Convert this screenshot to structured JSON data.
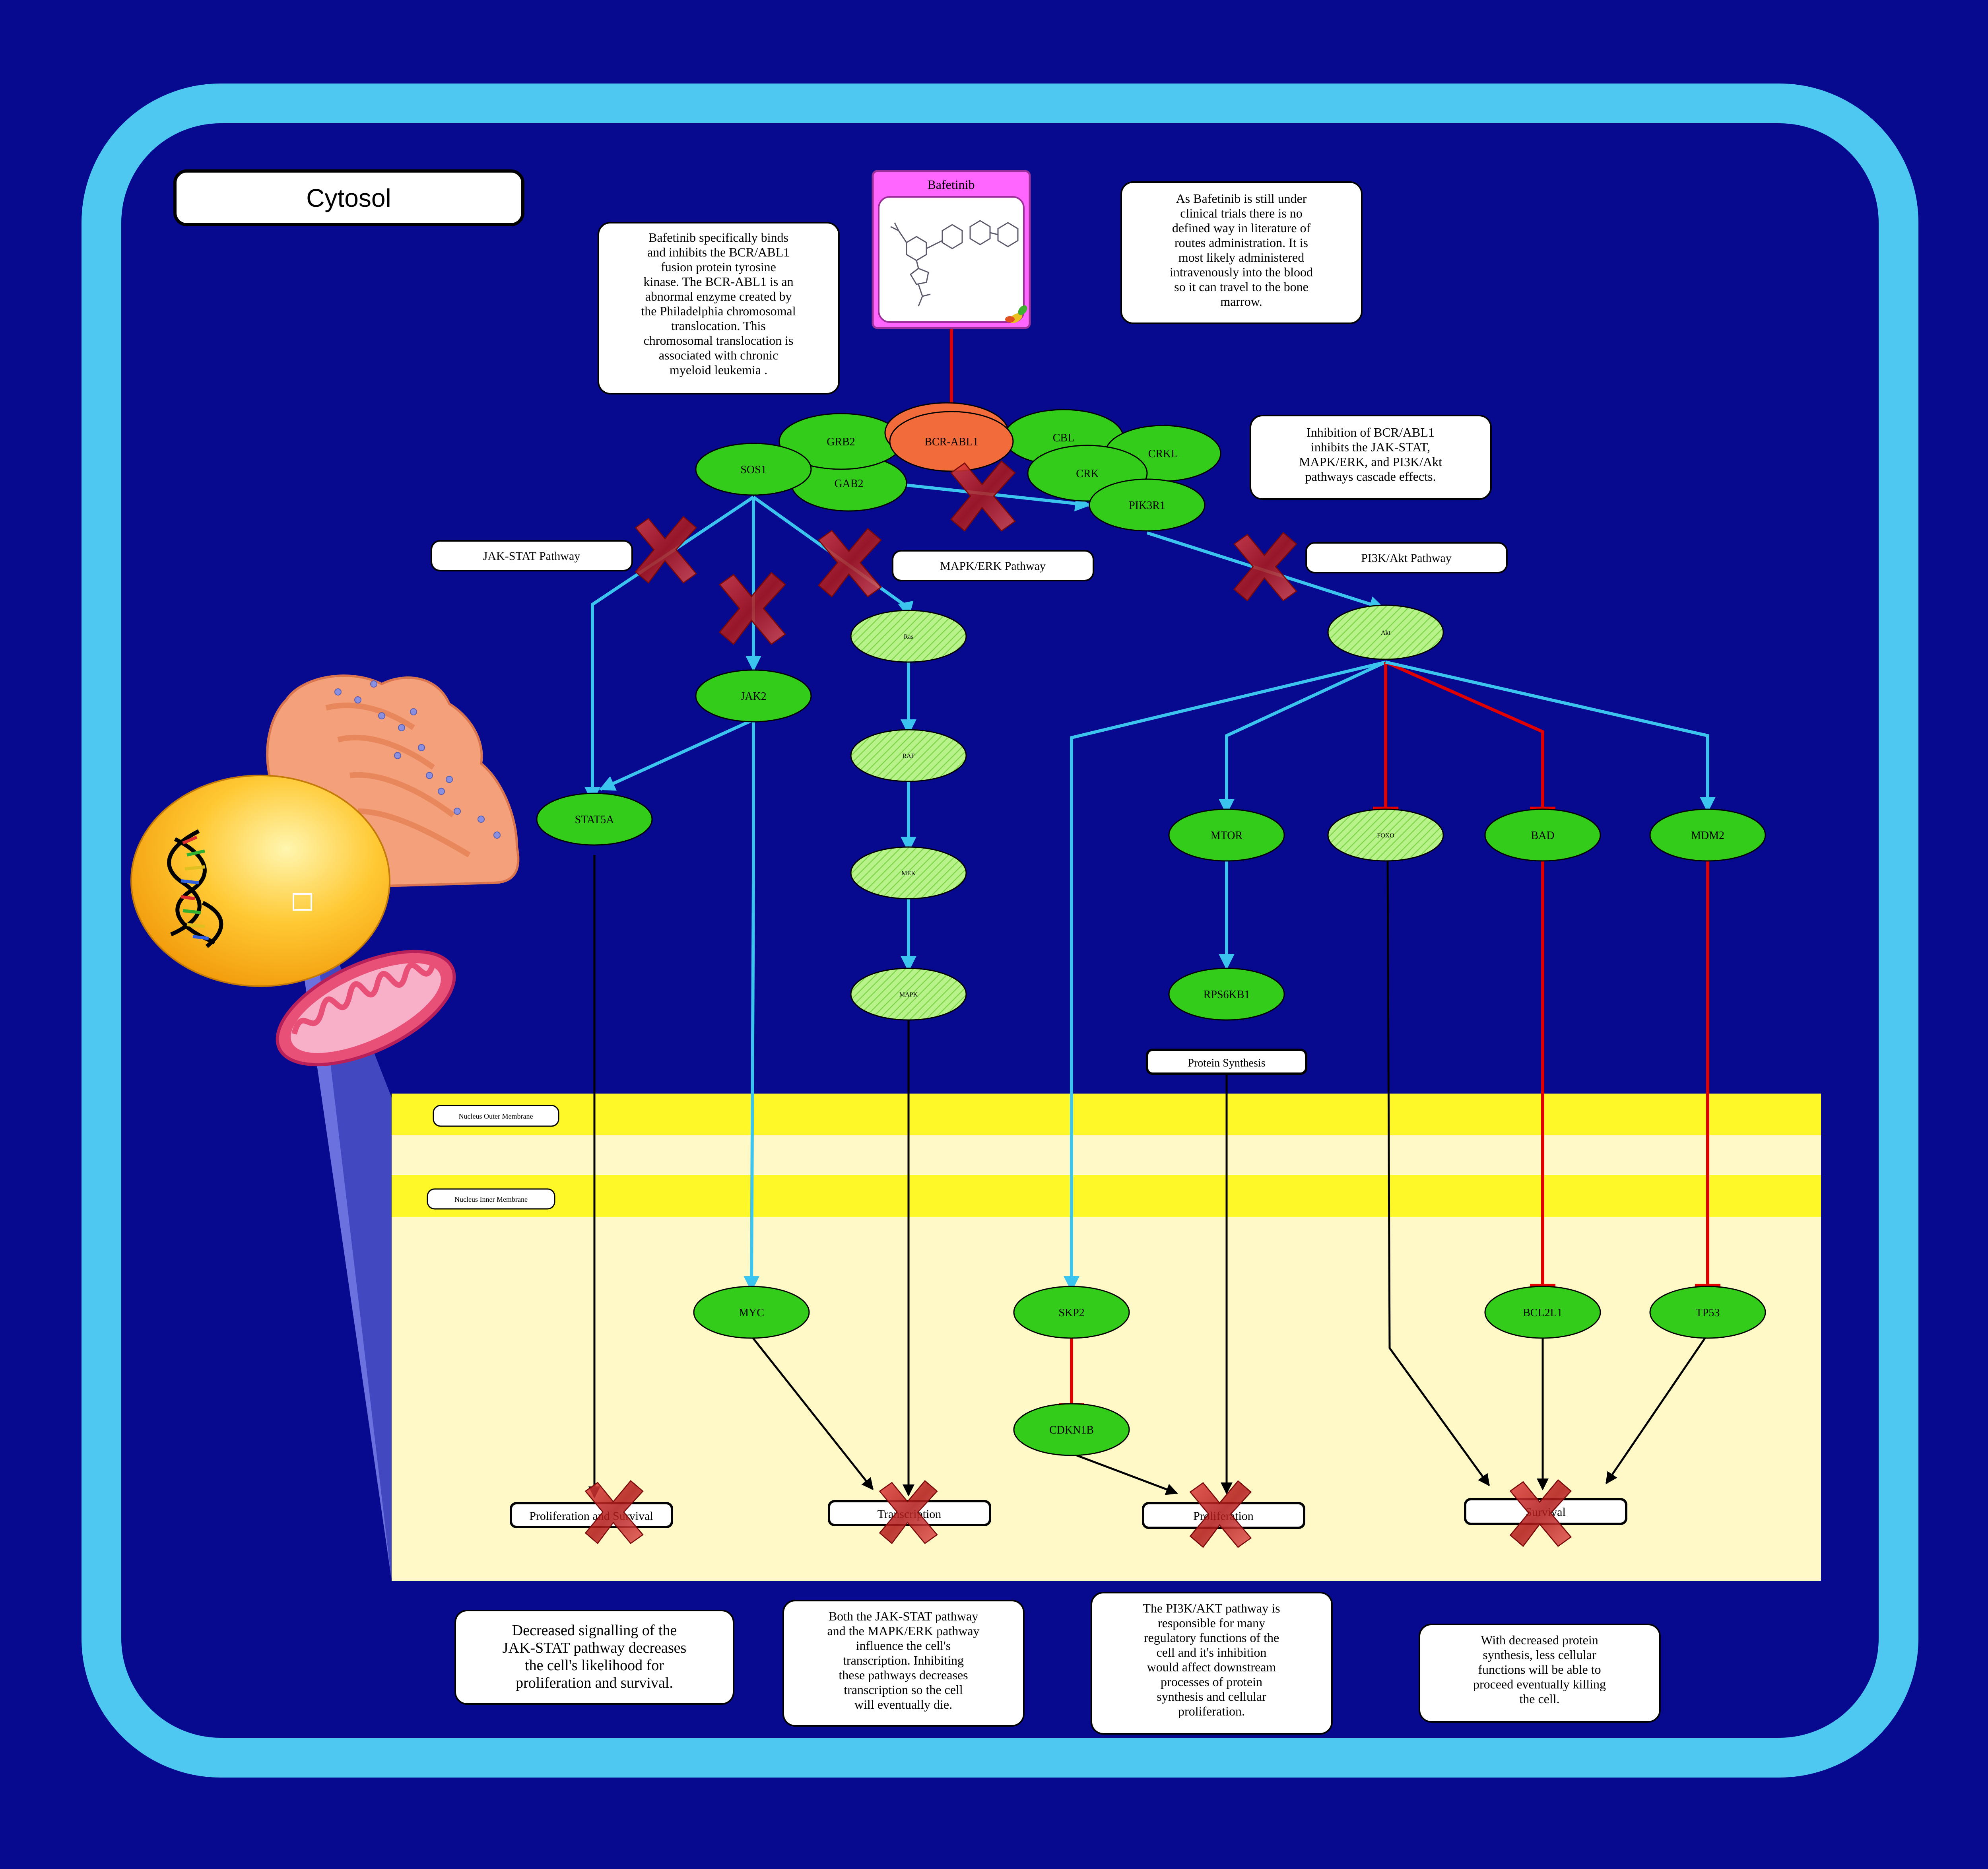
{
  "compartment_label": "Cytosol",
  "drug": {
    "name": "Bafetinib",
    "color": "#ff66ff"
  },
  "colors": {
    "background": "#070a8f",
    "cell_border": "#4ec8f0",
    "node_green": "#33cc1a",
    "node_hatched": "#b8f28a",
    "bcr_abl": "#f26b3a",
    "inhibition": "#e00000",
    "activation": "#3bc4ee",
    "membrane": "#fff828",
    "nucleus_fill": "#fff9c8"
  },
  "nodes": {
    "bcr_abl1": "BCR-ABL1",
    "grb2": "GRB2",
    "sos1": "SOS1",
    "gab2": "GAB2",
    "cbl": "CBL",
    "crkl": "CRKL",
    "crk": "CRK",
    "pik3r1": "PIK3R1",
    "jak2": "JAK2",
    "stat5a": "STAT5A",
    "ras": "Ras",
    "raf": "RAF",
    "mek": "MEK",
    "mapk": "MAPK",
    "akt": "Akt",
    "mtor": "MTOR",
    "foxo": "FOXO",
    "bad": "BAD",
    "mdm2": "MDM2",
    "rps6kb1": "RPS6KB1",
    "myc": "MYC",
    "skp2": "SKP2",
    "cdkn1b": "CDKN1B",
    "bcl2l1": "BCL2L1",
    "tp53": "TP53"
  },
  "labels": {
    "jak_stat": "JAK-STAT Pathway",
    "mapk_erk": "MAPK/ERK Pathway",
    "pi3k_akt": "PI3K/Akt Pathway",
    "protein_synthesis": "Protein Synthesis",
    "nucleus_outer": "Nucleus Outer Membrane",
    "nucleus_inner": "Nucleus Inner Membrane",
    "prolif_survival": "Proliferation and Survival",
    "transcription": "Transcription",
    "proliferation": "Proliferation",
    "survival": "Survival"
  },
  "notes": {
    "binding": [
      "Bafetinib specifically binds",
      "and inhibits the BCR/ABL1",
      "fusion protein tyrosine",
      "kinase. The BCR-ABL1 is an",
      "abnormal enzyme created by",
      "the Philadelphia chromosomal",
      "translocation. This",
      "chromosomal translocation is",
      "associated with chronic",
      "myeloid leukemia ."
    ],
    "administration": [
      "As Bafetinib is still under",
      "clinical trials there is no",
      "defined way in literature of",
      "routes administration. It is",
      "most likely administered",
      "intravenously into the blood",
      "so it can travel to the bone",
      "marrow."
    ],
    "inhibition": [
      "Inhibition of BCR/ABL1",
      "inhibits the JAK-STAT,",
      "MAPK/ERK, and PI3K/Akt",
      "pathways cascade effects."
    ],
    "jak_stat_effect": [
      "Decreased signalling of the",
      "JAK-STAT pathway decreases",
      "the cell's likelihood for",
      "proliferation and survival."
    ],
    "transcription_effect": [
      "Both the JAK-STAT pathway",
      "and the MAPK/ERK pathway",
      "influence the cell's",
      "transcription. Inhibiting",
      "these pathways decreases",
      "transcription so the cell",
      "will eventually die."
    ],
    "pi3k_effect": [
      "The PI3K/AKT pathway is",
      "responsible for many",
      "regulatory functions of the",
      "cell and it's inhibition",
      "would affect downstream",
      "processes of protein",
      "synthesis and cellular",
      "proliferation."
    ],
    "protein_effect": [
      "With decreased protein",
      "synthesis, less cellular",
      "functions will be able to",
      "proceed eventually killing",
      "the cell."
    ]
  }
}
